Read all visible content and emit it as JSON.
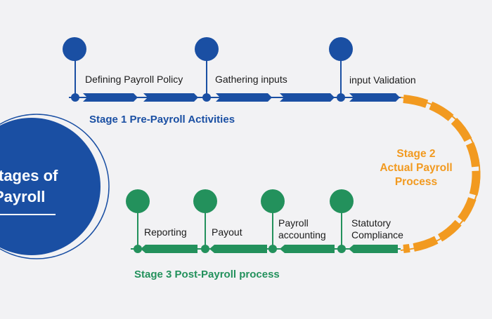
{
  "main_title": {
    "line1": "tages of",
    "line2": "Payroll"
  },
  "stage1": {
    "title": "Stage 1 Pre-Payroll Activities",
    "steps": [
      "Defining Payroll Policy",
      "Gathering inputs",
      "input Validation"
    ]
  },
  "stage2": {
    "title": {
      "line1": "Stage 2",
      "line2": "Actual Payroll",
      "line3": "Process"
    }
  },
  "stage3": {
    "title": "Stage 3 Post-Payroll process",
    "steps": [
      "Reporting",
      "Payout",
      "Payroll accounting",
      "Statutory Compliance"
    ],
    "steps_lines": {
      "payroll_accounting": [
        "Payroll",
        "accounting"
      ],
      "statutory_compliance": [
        "Statutory",
        "Compliance"
      ]
    }
  },
  "colors": {
    "blue": "#1a4fa3",
    "green": "#23915c",
    "orange": "#f29a20",
    "background": "#f2f2f4"
  },
  "icons": [
    "pin-marker-icon",
    "arrow-segment-icon"
  ]
}
